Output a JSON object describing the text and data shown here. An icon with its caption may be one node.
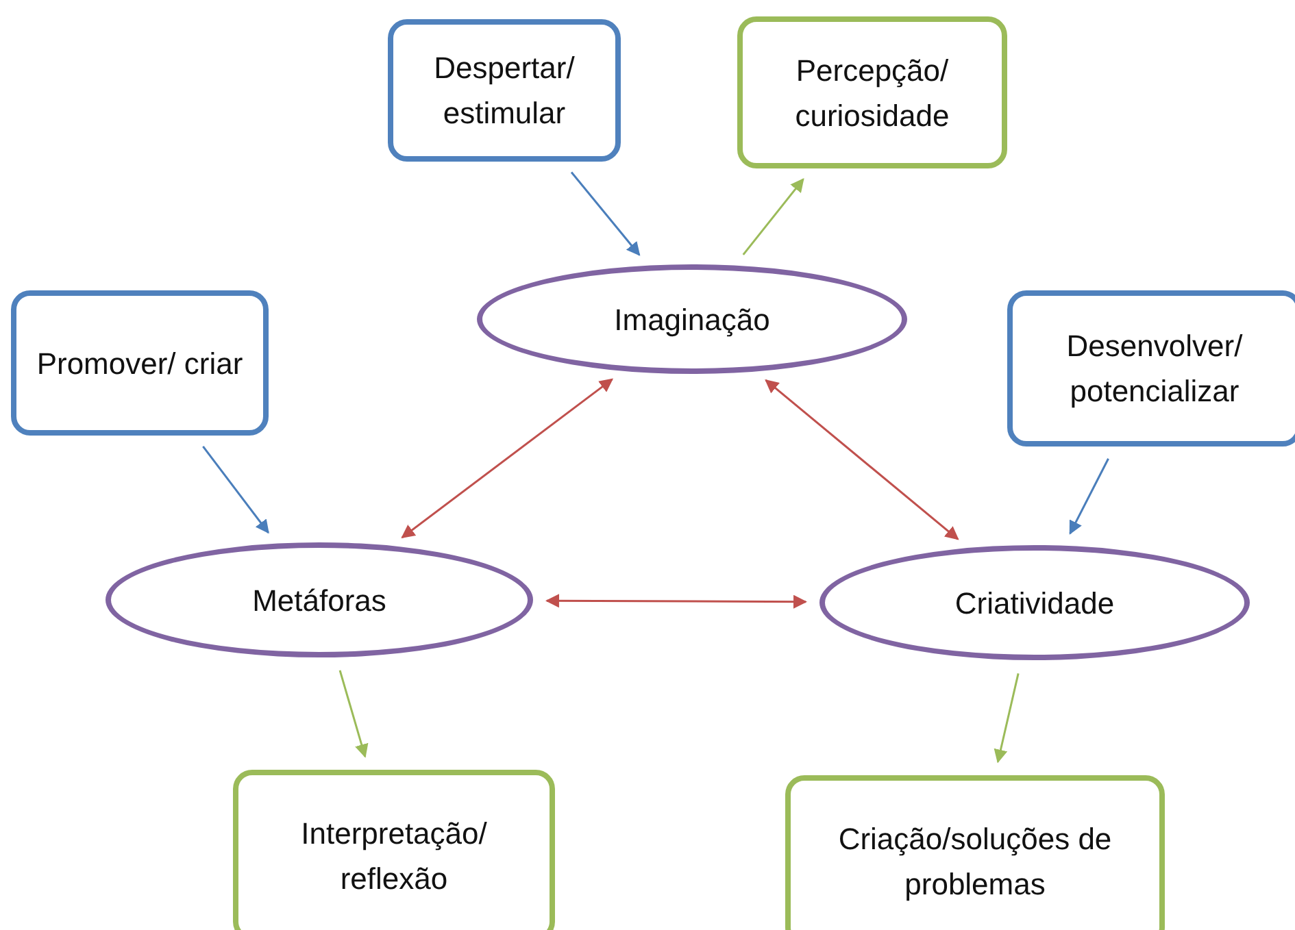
{
  "diagram": {
    "nodes": [
      {
        "text": [
          "Despertar/ estimular"
        ]
      },
      {
        "text": [
          "Percepção/ curiosidade"
        ]
      },
      {
        "text": [
          "Imaginação"
        ]
      },
      {
        "text": [
          "Promover/ criar"
        ]
      },
      {
        "text": [
          "Desenvolver/ potencializar"
        ]
      },
      {
        "text": [
          "Metáforas"
        ]
      },
      {
        "text": [
          "Criatividade"
        ]
      },
      {
        "text": [
          "Interpretação/ reflexão"
        ]
      },
      {
        "text": [
          "Criação/soluções de problemas"
        ]
      }
    ],
    "edges": [
      {
        "from": 0,
        "to": 2,
        "arrow": "to"
      },
      {
        "from": 2,
        "to": 1,
        "arrow": "to",
        "color": "#9bbb59"
      },
      {
        "from": 3,
        "to": 5,
        "arrow": "to"
      },
      {
        "from": 4,
        "to": 6,
        "arrow": "to"
      },
      {
        "from": 5,
        "to": 2,
        "arrow": "both",
        "color": "#c0504d"
      },
      {
        "from": 2,
        "to": 6,
        "arrow": "both",
        "color": "#c0504d"
      },
      {
        "from": 5,
        "to": 6,
        "arrow": "both",
        "color": "#c0504d"
      },
      {
        "from": 5,
        "to": 7,
        "arrow": "to",
        "color": "#9bbb59"
      },
      {
        "from": 6,
        "to": 8,
        "arrow": "to",
        "color": "#9bbb59"
      }
    ]
  }
}
